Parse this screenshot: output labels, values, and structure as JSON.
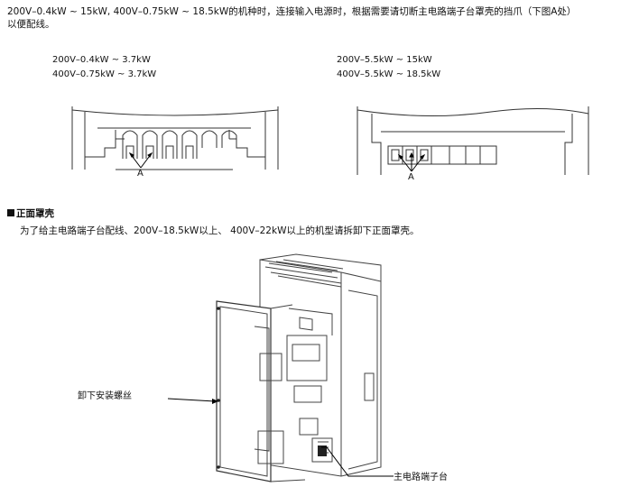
{
  "intro": {
    "line1": "200V–0.4kW ~ 15kW, 400V–0.75kW ~ 18.5kW的机种时，连接输入电源时，根据需要请切断主电路端子台罩壳的挡爪（下图A处）",
    "line2": "以便配线。"
  },
  "left_model": {
    "line1": "200V–0.4kW ~ 3.7kW",
    "line2": "400V–0.75kW ~ 3.7kW",
    "marker": "A"
  },
  "right_model": {
    "line1": "200V–5.5kW ~ 15kW",
    "line2": "400V–5.5kW ~ 18.5kW",
    "marker": "A"
  },
  "section": {
    "title": "正面罩壳",
    "body": "为了给主电路端子台配线、200V–18.5kW以上、 400V–22kW以上的机型请拆卸下正面罩壳。"
  },
  "callouts": {
    "screw": "卸下安装螺丝",
    "terminal": "主电路端子台"
  }
}
